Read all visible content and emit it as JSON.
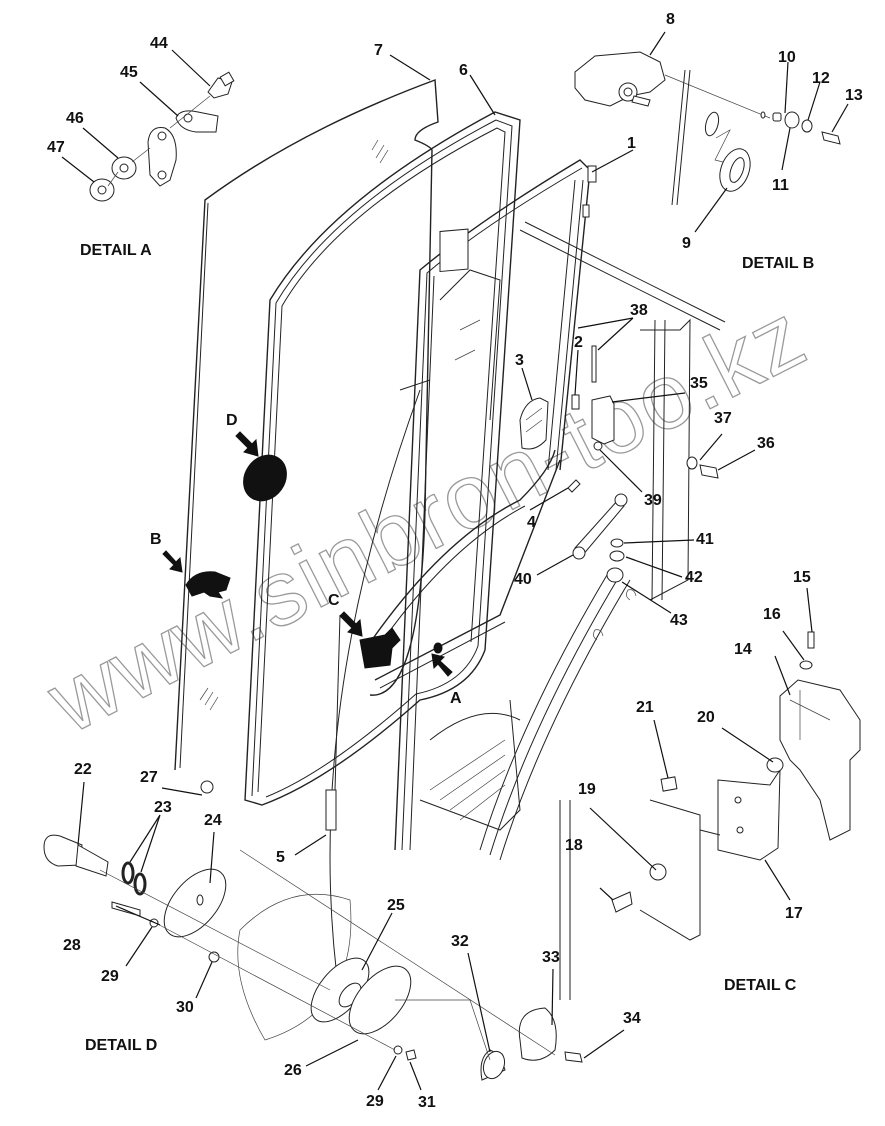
{
  "diagram": {
    "type": "exploded-parts-diagram",
    "subject": "Cab door assembly with gas strut, hinges, latch and door stop",
    "watermark": "www.sinbron-too.kz",
    "detail_labels": {
      "a": "DETAIL A",
      "b": "DETAIL B",
      "c": "DETAIL C",
      "d": "DETAIL D"
    },
    "detail_markers": {
      "a": "A",
      "b": "B",
      "c": "C",
      "d": "D"
    },
    "callouts": {
      "p1": "1",
      "p2": "2",
      "p3": "3",
      "p4": "4",
      "p5": "5",
      "p6": "6",
      "p7": "7",
      "p8": "8",
      "p9": "9",
      "p10": "10",
      "p11": "11",
      "p12": "12",
      "p13": "13",
      "p14": "14",
      "p15": "15",
      "p16": "16",
      "p17": "17",
      "p18": "18",
      "p19": "19",
      "p20": "20",
      "p21": "21",
      "p22": "22",
      "p23": "23",
      "p24": "24",
      "p25": "25",
      "p26": "26",
      "p27": "27",
      "p28": "28",
      "p29a": "29",
      "p29b": "29",
      "p30": "30",
      "p31": "31",
      "p32": "32",
      "p33": "33",
      "p34": "34",
      "p35": "35",
      "p36": "36",
      "p37": "37",
      "p38": "38",
      "p39": "39",
      "p40": "40",
      "p41": "41",
      "p42": "42",
      "p43": "43",
      "p44": "44",
      "p45": "45",
      "p46": "46",
      "p47": "47"
    }
  }
}
